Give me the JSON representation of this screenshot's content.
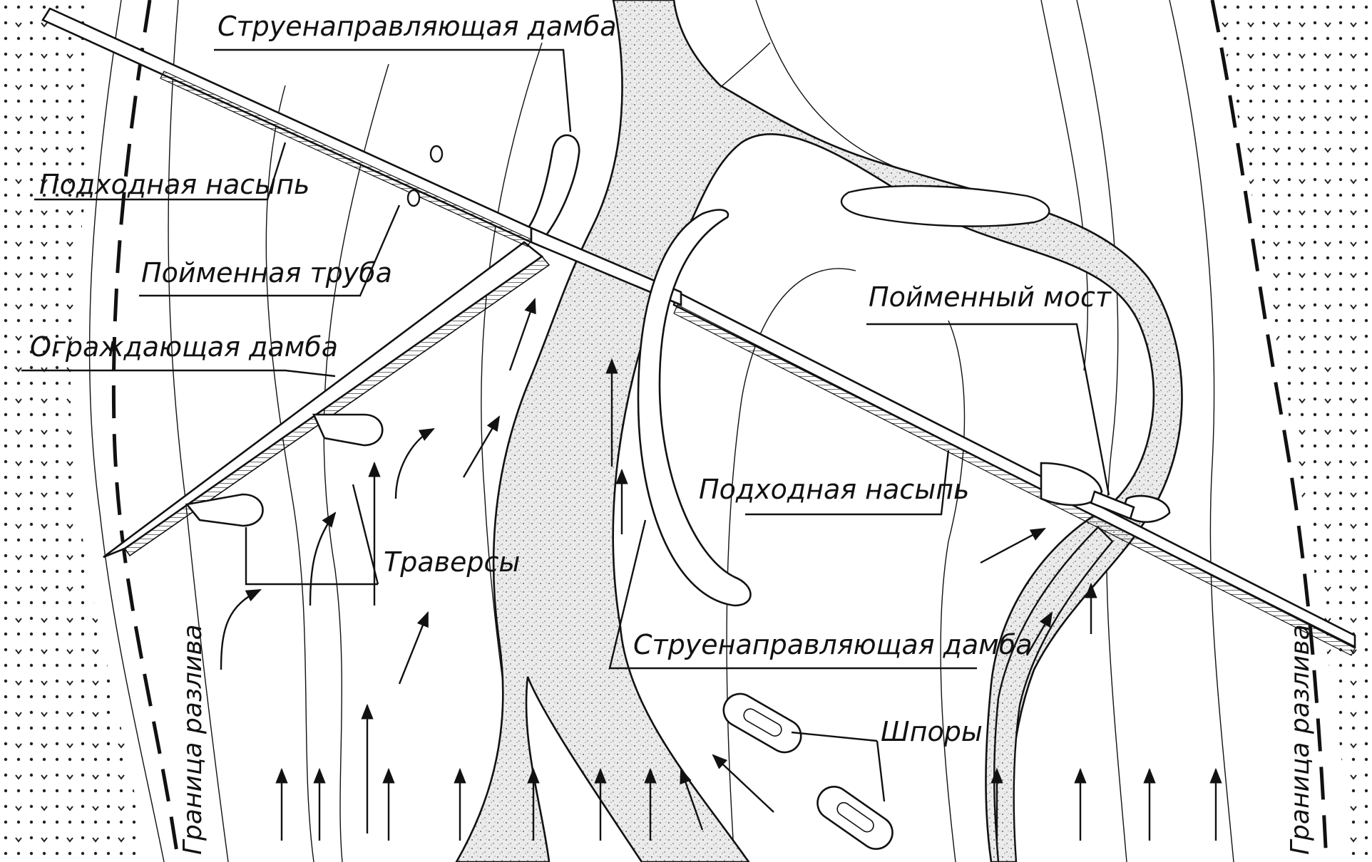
{
  "labels": {
    "guide_dam_top": "Струенаправляющая дамба",
    "approach_fill_left": "Подходная насыпь",
    "floodplain_pipe": "Пойменная труба",
    "protective_dam": "Ограждающая дамба",
    "traverses": "Траверсы",
    "floodplain_bridge": "Пойменный мост",
    "approach_fill_right": "Подходная насыпь",
    "guide_dam_bottom": "Струенаправляющая дамба",
    "spurs": "Шпоры",
    "flood_boundary_left": "Граница разлива",
    "flood_boundary_right": "Граница разлива"
  },
  "colors": {
    "ink": "#111111",
    "river_fill": "#d9d9d9",
    "paper": "#ffffff"
  },
  "icons": {
    "flow_arrow": "flow-direction-arrow",
    "floodplain_marsh": "marsh-dot-symbol"
  }
}
